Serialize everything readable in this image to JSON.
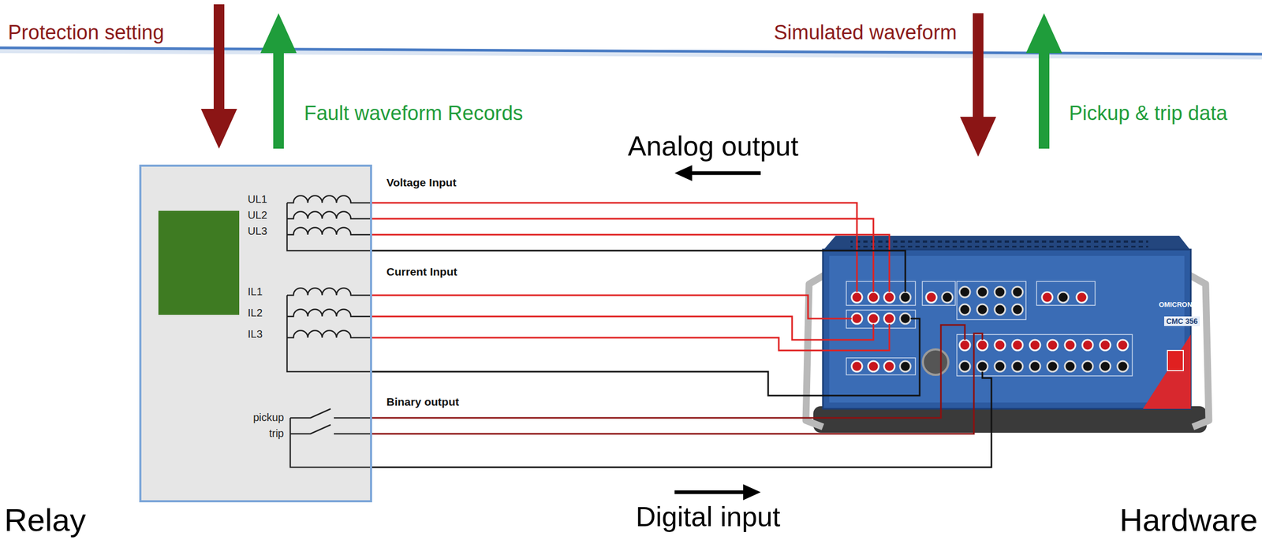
{
  "diagram": {
    "nodes": [
      {
        "text": [
          "UL1",
          "UL2",
          "UL3",
          "IL1",
          "IL2",
          "IL3",
          "pickup",
          "trip"
        ]
      },
      {
        "text": [
          "OMICRON",
          "CMC 356"
        ]
      }
    ],
    "edges": [
      {
        "from": 0,
        "to": 1,
        "arrow": "none"
      },
      {
        "from": 0,
        "to": 1,
        "arrow": "none"
      },
      {
        "from": 0,
        "to": 1,
        "arrow": "none"
      },
      {
        "from": 0,
        "to": 1,
        "arrow": "none"
      },
      {
        "from": 0,
        "to": 1,
        "arrow": "none"
      },
      {
        "from": 0,
        "to": 1,
        "arrow": "none"
      },
      {
        "from": 0,
        "to": 1,
        "arrow": "none"
      },
      {
        "from": 0,
        "to": 1,
        "arrow": "none"
      },
      {
        "from": 0,
        "to": 1,
        "arrow": "none"
      },
      {
        "from": 0,
        "to": 1,
        "arrow": "none"
      },
      {
        "from": 0,
        "to": 1,
        "arrow": "none"
      }
    ],
    "labels": [
      "Protection setting",
      "Fault waveform Records",
      "Analog output",
      "Simulated waveform",
      "Pickup & trip data",
      "Voltage Input",
      "Current Input",
      "Binary output",
      "Digital input",
      "Relay",
      "Hardware"
    ]
  }
}
